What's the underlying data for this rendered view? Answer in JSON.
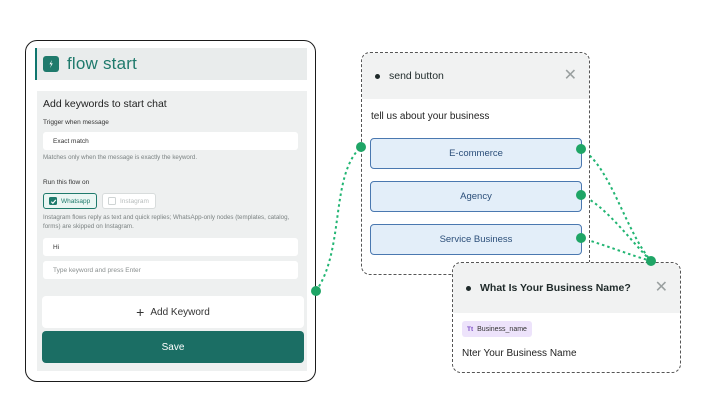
{
  "flow_start": {
    "title": "flow start",
    "heading": "Add keywords to start chat",
    "trigger_label": "Trigger when message",
    "match_value": "Exact match",
    "match_help": "Matches only when the message is exactly the keyword.",
    "run_label": "Run this flow on",
    "channels": [
      {
        "label": "Whatsapp",
        "checked": true
      },
      {
        "label": "Instagram",
        "checked": false
      }
    ],
    "channel_help": "Instagram flows reply as text and quick replies; WhatsApp-only nodes (templates, catalog, forms) are skipped on Instagram.",
    "keyword_value": "Hi",
    "keyword_placeholder": "Type keyword and press Enter",
    "add_keyword_label": "Add Keyword",
    "save_label": "Save"
  },
  "send_button_node": {
    "title": "send button",
    "message": "tell us about your business",
    "buttons": [
      "E-commerce",
      "Agency",
      "Service Business"
    ]
  },
  "business_name_node": {
    "title": "What Is Your Business Name?",
    "variable": "Business_name",
    "variable_icon": "Tt",
    "message": "Nter Your Business Name"
  },
  "colors": {
    "brand": "#1f7a6c",
    "save_button": "#1b6e64",
    "connector": "#22b573",
    "option_fill": "#e3eef9",
    "option_border": "#4a78b0",
    "variable_tag": "#ede3fb"
  }
}
